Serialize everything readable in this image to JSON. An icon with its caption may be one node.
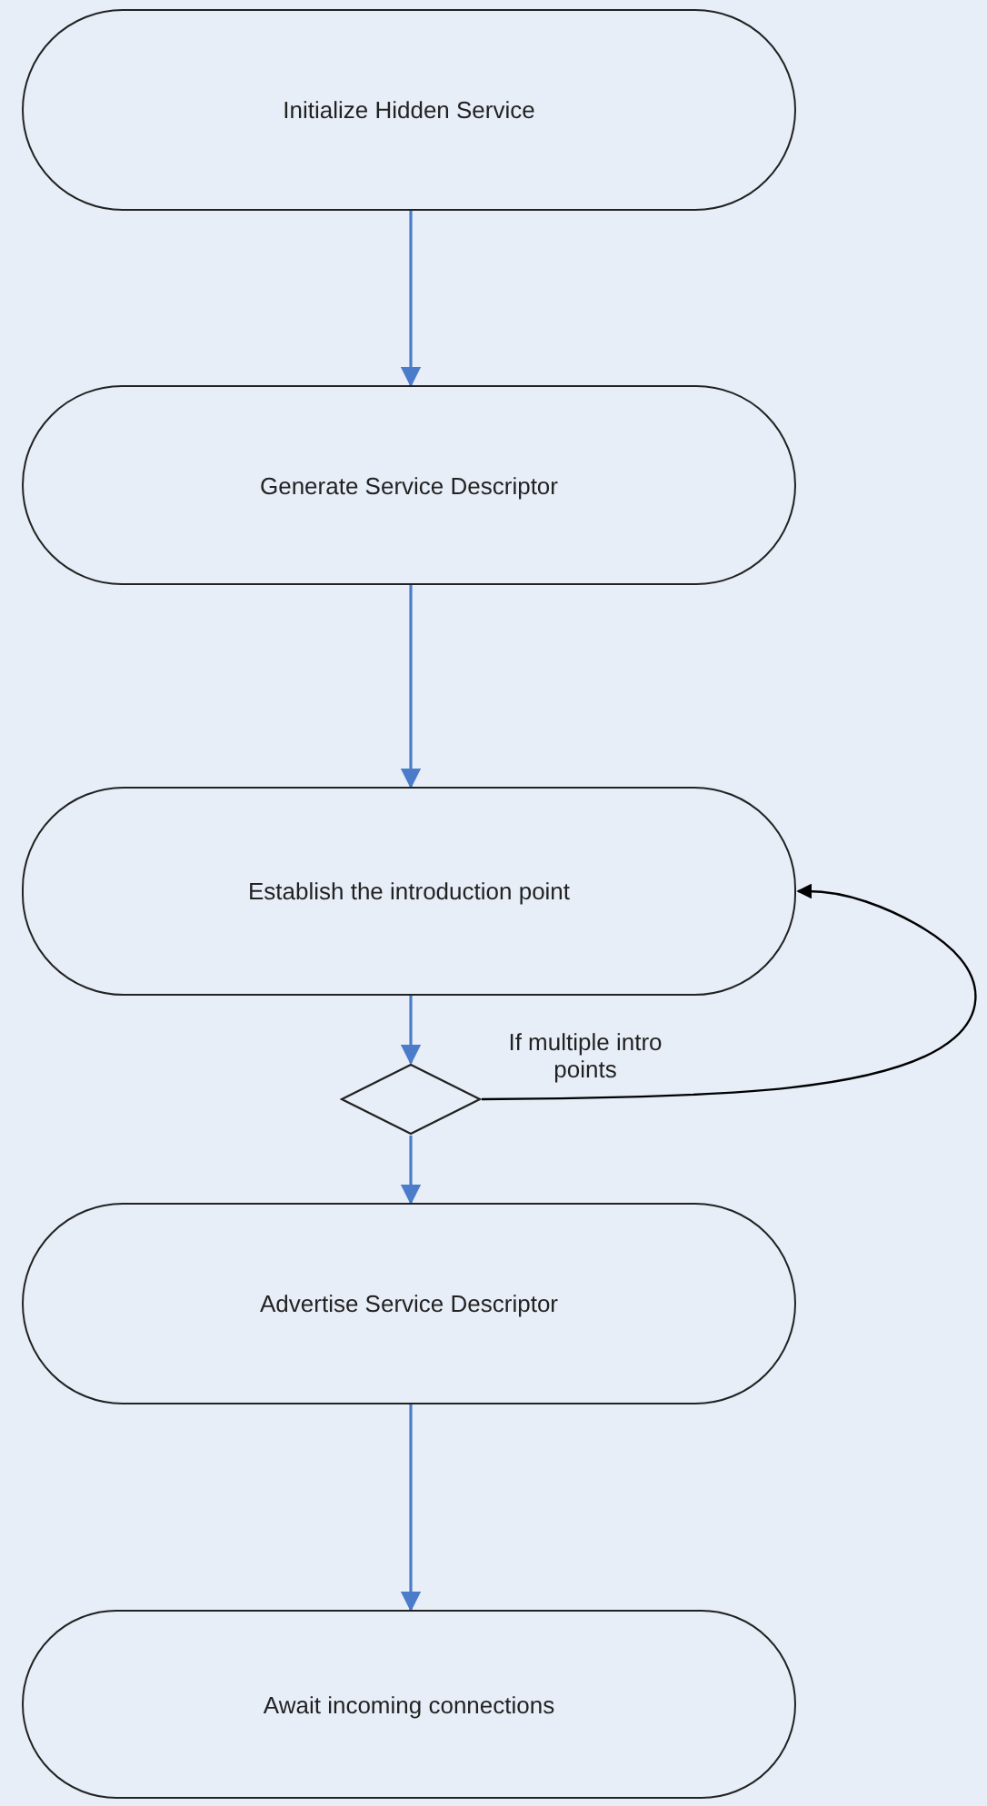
{
  "diagram": {
    "nodes": [
      {
        "text": [
          "Initialize Hidden Service"
        ]
      },
      {
        "text": [
          "Generate Service Descriptor"
        ]
      },
      {
        "text": [
          "Establish the introduction point"
        ]
      },
      {
        "text": [],
        "shape": "diamond"
      },
      {
        "text": [
          "Advertise Service Descriptor"
        ]
      },
      {
        "text": [
          "Await incoming connections"
        ]
      }
    ],
    "edges": [
      {
        "from": 0,
        "to": 1,
        "arrow": "to"
      },
      {
        "from": 1,
        "to": 2,
        "arrow": "to"
      },
      {
        "from": 2,
        "to": 3,
        "arrow": "to"
      },
      {
        "from": 3,
        "to": 4,
        "arrow": "to"
      },
      {
        "from": 4,
        "to": 5,
        "arrow": "to"
      },
      {
        "from": 3,
        "to": 2,
        "arrow": "to",
        "label": "If multiple intro points",
        "color": "#000000"
      }
    ]
  }
}
